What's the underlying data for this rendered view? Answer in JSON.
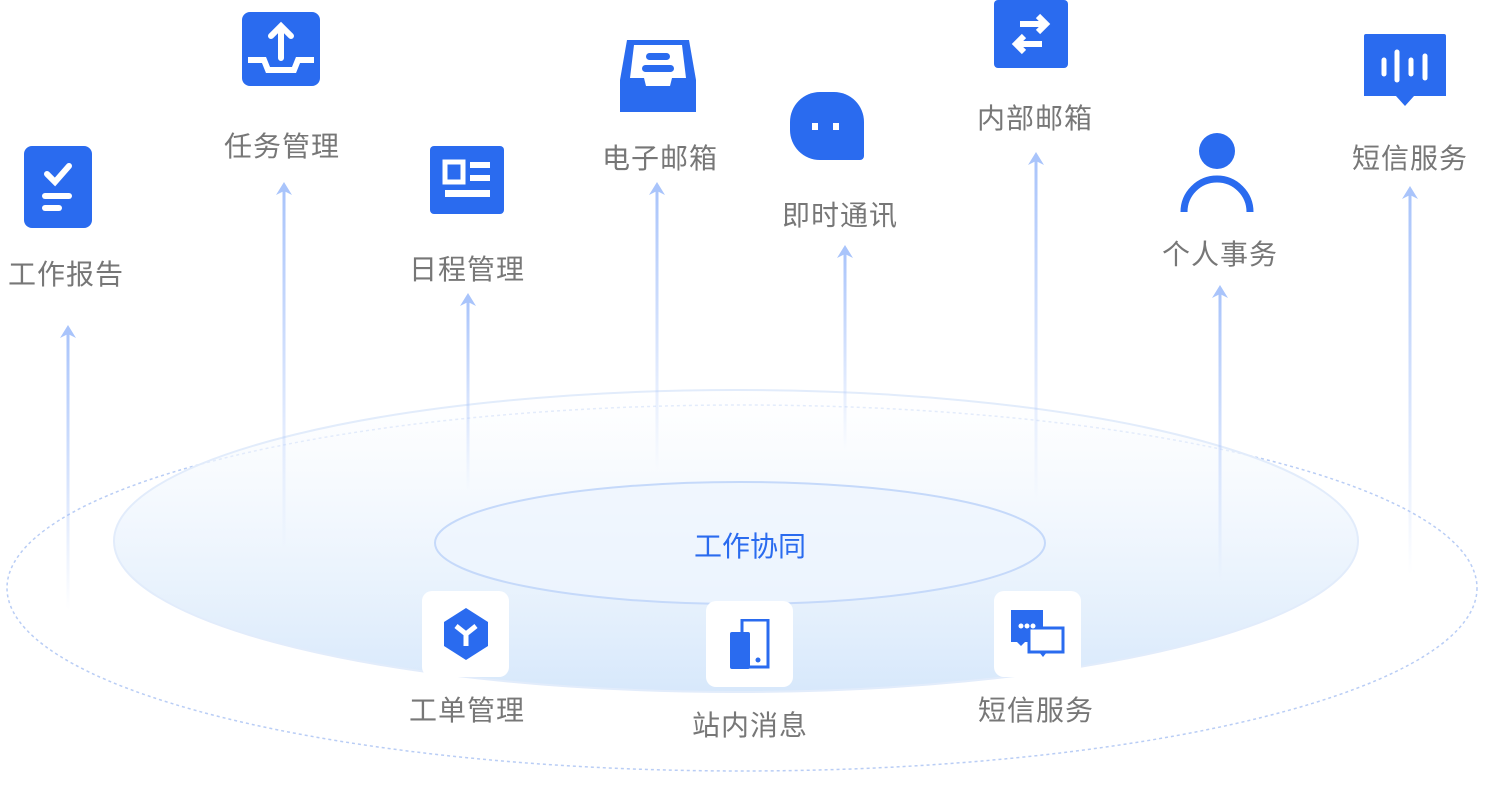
{
  "center": {
    "label": "工作协同"
  },
  "modules": [
    {
      "label": "工作报告",
      "icon": "checklist-icon"
    },
    {
      "label": "任务管理",
      "icon": "upload-tray-icon"
    },
    {
      "label": "日程管理",
      "icon": "schedule-board-icon"
    },
    {
      "label": "电子邮箱",
      "icon": "inbox-drawer-icon"
    },
    {
      "label": "即时通讯",
      "icon": "chat-bubble-icon"
    },
    {
      "label": "内部邮箱",
      "icon": "swap-arrows-icon"
    },
    {
      "label": "个人事务",
      "icon": "person-icon"
    },
    {
      "label": "短信服务",
      "icon": "voice-message-icon"
    }
  ],
  "bottom_modules": [
    {
      "label": "工单管理",
      "icon": "hexagon-ticket-icon"
    },
    {
      "label": "站内消息",
      "icon": "devices-icon"
    },
    {
      "label": "短信服务",
      "icon": "chat-bubbles-icon"
    }
  ],
  "colors": {
    "accent": "#2a6bef",
    "label": "#777777",
    "arrow": "#a9c4fb"
  }
}
